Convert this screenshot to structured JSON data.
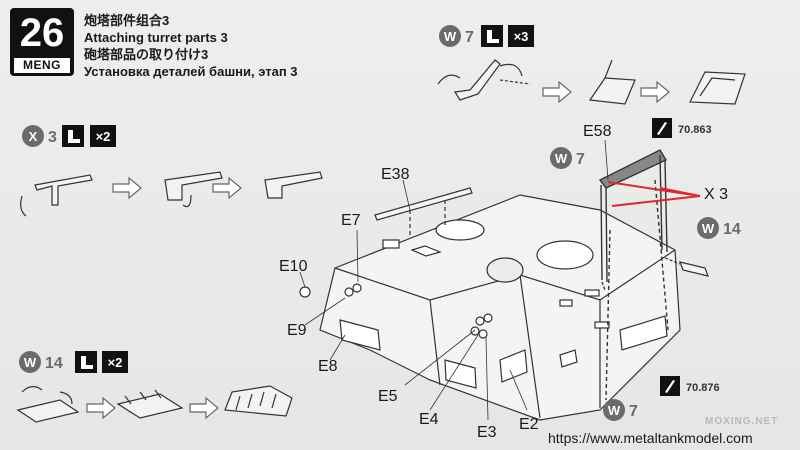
{
  "step": {
    "number": "26",
    "brand": "MENG"
  },
  "titles": {
    "zh": "炮塔部件组合3",
    "en": "Attaching turret parts 3",
    "ja": "砲塔部品の取り付け3",
    "ru": "Установка деталей башни, этап 3"
  },
  "callouts": {
    "w7_top": {
      "letter": "W",
      "num": "7",
      "qty": "×3"
    },
    "x3": {
      "letter": "X",
      "num": "3",
      "qty": "×2"
    },
    "w14_bottom": {
      "letter": "W",
      "num": "14",
      "qty": "×2"
    },
    "w7_mid": {
      "letter": "W",
      "num": "7"
    },
    "w14_right": {
      "letter": "W",
      "num": "14"
    },
    "w7_bottom": {
      "letter": "W",
      "num": "7"
    }
  },
  "parts": [
    "E58",
    "E38",
    "E7",
    "E10",
    "E9",
    "E8",
    "E5",
    "E4",
    "E3",
    "E2"
  ],
  "multiplier": "X 3",
  "colors": [
    "70.863",
    "70.876"
  ],
  "url": "https://www.metaltankmodel.com",
  "watermark": "MOXING.NET"
}
